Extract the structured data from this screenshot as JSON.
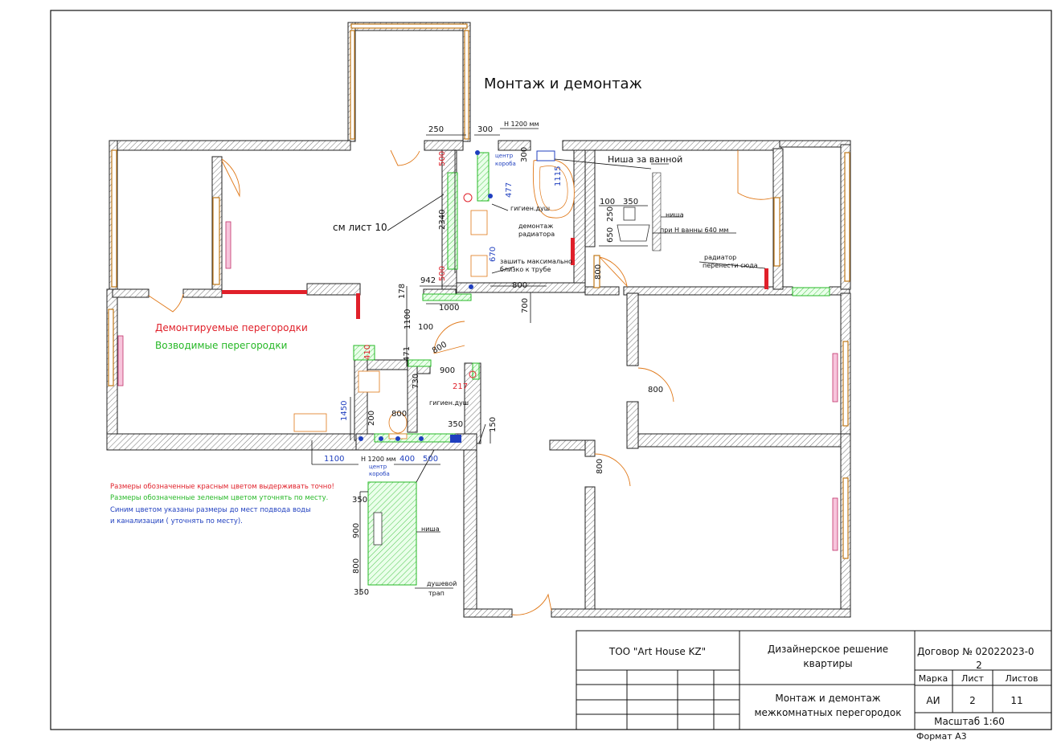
{
  "sheet_title": "Монтаж и демонтаж",
  "legend": {
    "demolished": "Демонтируемые перегородки",
    "built": "Возводимые перегородки"
  },
  "notes": {
    "red": "Размеры обозначенные красным цветом выдерживать точно!",
    "green": "Размеры обозначенные зеленым цветом уточнять по месту.",
    "blue1": "Синим цветом указаны размеры до мест подвода воды",
    "blue2": "и канализации ( уточнять по месту)."
  },
  "callouts": {
    "see_sheet": "см лист 10",
    "niche_behind_bath": "Ниша за ванной",
    "h1200_top": "Н 1200 мм",
    "niche": "ниша",
    "bath_height": "при Н ванны 640 мм",
    "radiator_move": "радиатор",
    "radiator_move2": "перенести сюда",
    "hygienic_shower_top": "гигиен.душ",
    "box_center_top": "центр",
    "box_center_top2": "короба",
    "dismantle_radiator": "демонтаж",
    "dismantle_radiator2": "радиатора",
    "sew_close": "зашить максимально",
    "sew_close2": "близко к трубе",
    "hygienic_shower_bottom": "гигиен.душ",
    "h1200_bottom": "Н 1200 мм",
    "box_center_bottom": "центр",
    "box_center_bottom2": "короба",
    "niche_shower": "ниша",
    "shower_drain": "душевой",
    "shower_drain2": "трап"
  },
  "dimensions": {
    "d250": "250",
    "d300a": "300",
    "d300b": "300",
    "d500a": "500",
    "d2340": "2340",
    "d500b": "500",
    "d477": "477",
    "d1115": "1115",
    "d670": "670",
    "d800a": "800",
    "d942": "942",
    "d178": "178",
    "d1000": "1000",
    "d700": "700",
    "d1100a": "1100",
    "d100a": "100",
    "d471": "471",
    "d800b": "800",
    "d410": "410",
    "d900a": "900",
    "d217": "217",
    "d730": "730",
    "d1450": "1450",
    "d200": "200",
    "d800c": "800",
    "d350a": "350",
    "d150": "150",
    "d1100b": "1100",
    "d400": "400",
    "d500c": "500",
    "d100b": "100",
    "d350b": "350",
    "d250b": "250",
    "d650": "650",
    "d800d": "800",
    "d800e": "800",
    "d800f": "800",
    "d350c": "350",
    "d900b": "900",
    "d800g": "800",
    "d350d": "350"
  },
  "title_block": {
    "company": "ТОО \"Art House KZ\"",
    "project1": "Дизайнерское решение",
    "project2": "квартиры",
    "contract1": "Договор № 02022023-0",
    "contract2": "2",
    "hdr_mark": "Марка",
    "hdr_sheet": "Лист",
    "hdr_sheets": "Листов",
    "mark": "АИ",
    "sheet": "2",
    "sheets": "11",
    "drawing1": "Монтаж и демонтаж",
    "drawing2": "межкомнатных перегородок",
    "scale": "Масштаб 1:60",
    "format": "Формат А3"
  },
  "colors": {
    "demolish": "#e0202a",
    "build": "#26b826",
    "water": "#1f3fbf",
    "door": "#e07818"
  }
}
